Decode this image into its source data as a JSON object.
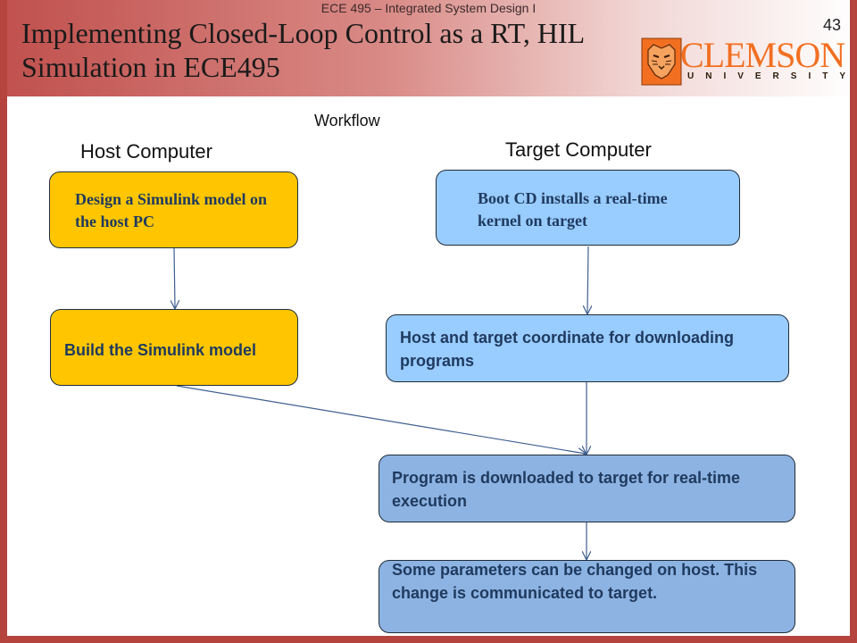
{
  "header": {
    "course": "ECE 495 – Integrated System Design I",
    "slide_number": "43",
    "title_line1": "Implementing Closed-Loop Control as a RT, HIL",
    "title_line2": "Simulation in ECE495"
  },
  "logo": {
    "wordmark": "CLEMSON",
    "subtitle": "UNIVERSITY",
    "icon": "tiger-head-icon"
  },
  "diagram": {
    "caption": "Workflow",
    "host_heading": "Host Computer",
    "target_heading": "Target Computer",
    "boxes": {
      "design_model": "Design a Simulink model on the host PC",
      "build_model": "Build the Simulink model",
      "boot_cd": "Boot CD installs a real-time kernel on target",
      "coordinate": "Host and target coordinate for downloading programs",
      "download": "Program is downloaded to target for real-time execution",
      "parameters": "Some parameters can be changed on host. This change is communicated to target."
    }
  },
  "colors": {
    "frame": "#b5443f",
    "host_box": "#ffc600",
    "target_box_light": "#99ccff",
    "target_box_dark": "#8db3e2",
    "logo_orange": "#f26f21"
  }
}
